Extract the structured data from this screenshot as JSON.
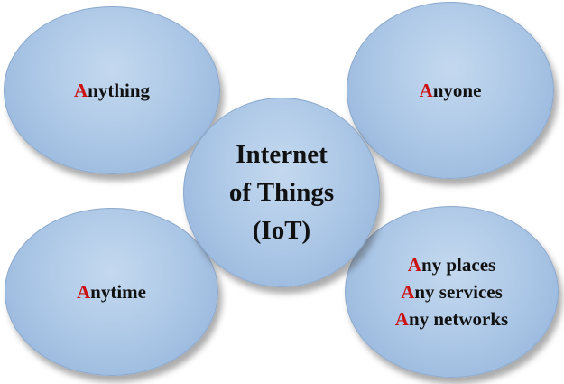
{
  "center": {
    "lines": [
      "Internet",
      "of Things",
      "(IoT)"
    ]
  },
  "bubbles": {
    "anything": {
      "accent": "A",
      "rest": "nything"
    },
    "anyone": {
      "accent": "A",
      "rest": "nyone"
    },
    "anytime": {
      "accent": "A",
      "rest": "nytime"
    },
    "any_list": [
      {
        "accent": "A",
        "rest": "ny places"
      },
      {
        "accent": "A",
        "rest": "ny services"
      },
      {
        "accent": "A",
        "rest": "ny networks"
      }
    ]
  },
  "colors": {
    "accent_letter": "#cc1111",
    "bubble_fill": "#a9c5e5",
    "text": "#111111"
  }
}
